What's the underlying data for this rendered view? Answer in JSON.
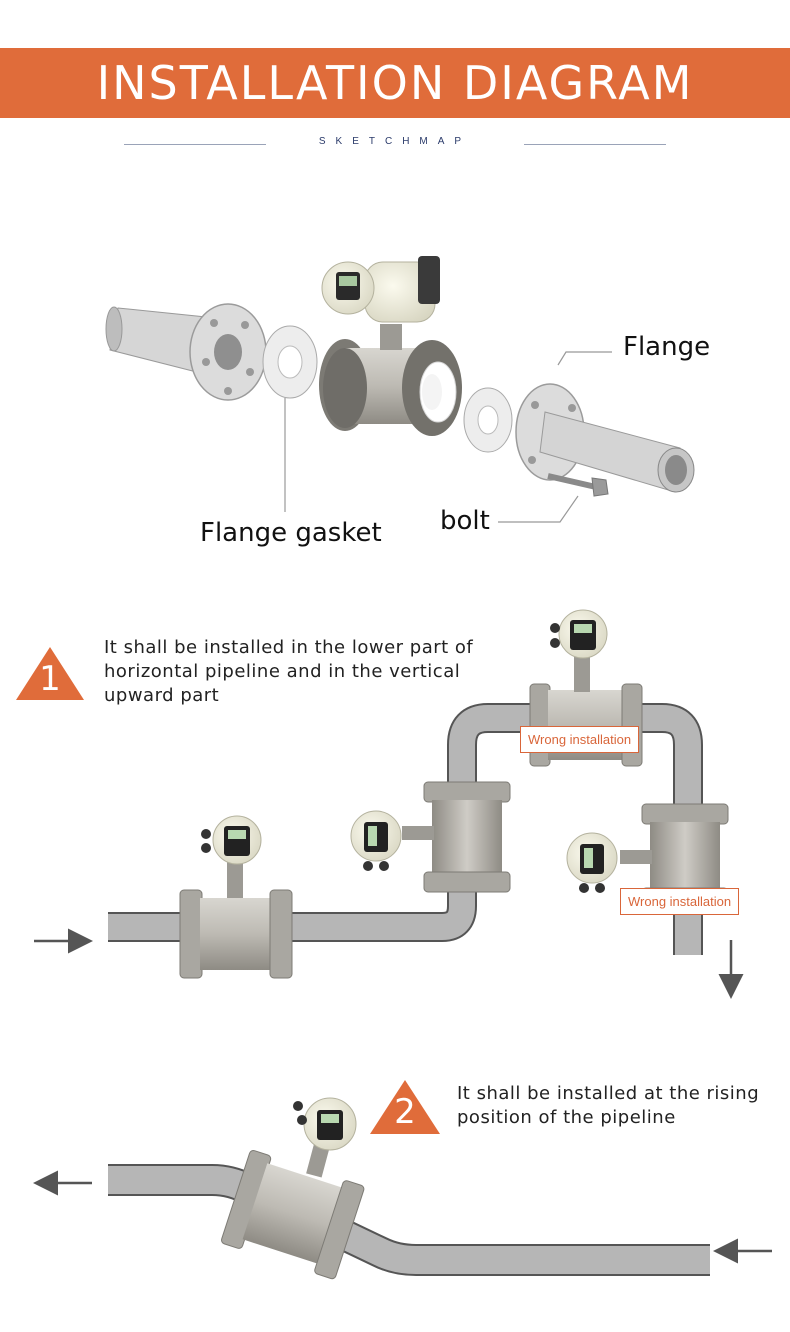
{
  "header": {
    "title": "INSTALLATION DIAGRAM",
    "subtitle": "SKETCHMAP"
  },
  "diagram1": {
    "labels": {
      "flange": "Flange",
      "bolt": "bolt",
      "gasket": "Flange gasket"
    }
  },
  "step1": {
    "number": "1",
    "text": "It shall be installed in the lower part of horizontal pipeline and in the vertical upward part",
    "warnings": [
      "Wrong installation",
      "Wrong installation"
    ]
  },
  "step2": {
    "number": "2",
    "text": "It shall be installed at the rising position of the pipeline"
  },
  "colors": {
    "accent": "#e06c3a",
    "pipe": "#b8b8b8",
    "pipe_dark": "#555555",
    "meter_body": "#c9c7c2",
    "head": "#ecebd8"
  }
}
